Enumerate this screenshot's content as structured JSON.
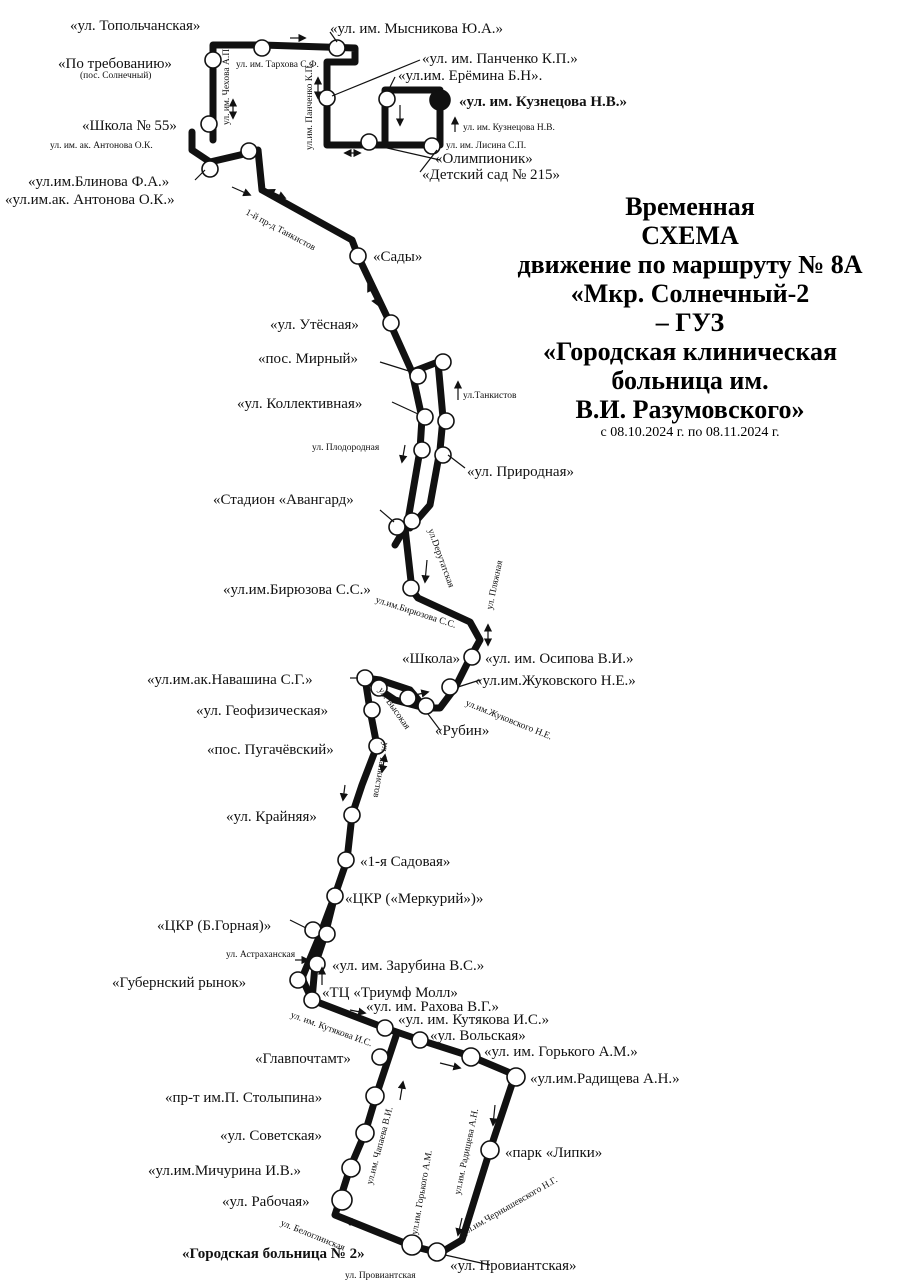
{
  "title": {
    "lines": [
      "Временная",
      "СХЕМА",
      "движение по маршруту № 8А",
      "«Мкр. Солнечный-2",
      "– ГУЗ",
      "«Городская клиническая",
      "больница им.",
      "В.И. Разумовского»"
    ],
    "dates": "с 08.10.2024 г. по 08.11.2024 г."
  },
  "stops": [
    {
      "label": "«ул. Топольчанская»",
      "bold": false
    },
    {
      "label": "«ул. им. Мысникова Ю.А.»",
      "bold": false
    },
    {
      "label": "«По требованию»",
      "bold": false
    },
    {
      "label": "(пос. Солнечный)",
      "bold": false
    },
    {
      "label": "«ул. им. Панченко К.П.»",
      "bold": false
    },
    {
      "label": "«ул.им. Ерёмина Б.Н».",
      "bold": false
    },
    {
      "label": "«ул. им. Кузнецова Н.В.»",
      "bold": true
    },
    {
      "label": "«Школа № 55»",
      "bold": false
    },
    {
      "label": "«Олимпионик»",
      "bold": false
    },
    {
      "label": "«Детский сад № 215»",
      "bold": false
    },
    {
      "label": "«ул.им.Блинова Ф.А.»",
      "bold": false
    },
    {
      "label": "«ул.им.ак. Антонова О.К.»",
      "bold": false
    },
    {
      "label": "«Сады»",
      "bold": false
    },
    {
      "label": "«ул. Утёсная»",
      "bold": false
    },
    {
      "label": "«пос. Мирный»",
      "bold": false
    },
    {
      "label": "«ул. Коллективная»",
      "bold": false
    },
    {
      "label": "«ул. Природная»",
      "bold": false
    },
    {
      "label": "«Стадион «Авангард»",
      "bold": false
    },
    {
      "label": "«ул.им.Бирюзова С.С.»",
      "bold": false
    },
    {
      "label": "«Школа»",
      "bold": false
    },
    {
      "label": "«ул. им. Осипова В.И.»",
      "bold": false
    },
    {
      "label": "«ул.им.ак.Навашина С.Г.»",
      "bold": false
    },
    {
      "label": "«ул.им.Жуковского Н.Е.»",
      "bold": false
    },
    {
      "label": "«ул. Геофизическая»",
      "bold": false
    },
    {
      "label": "«Рубин»",
      "bold": false
    },
    {
      "label": "«пос. Пугачёвский»",
      "bold": false
    },
    {
      "label": "«ул. Крайняя»",
      "bold": false
    },
    {
      "label": "«1-я Садовая»",
      "bold": false
    },
    {
      "label": "«ЦКР («Меркурий»)»",
      "bold": false
    },
    {
      "label": "«ЦКР (Б.Горная)»",
      "bold": false
    },
    {
      "label": "«ул. им. Зарубина В.С.»",
      "bold": false
    },
    {
      "label": "«Губернский рынок»",
      "bold": false
    },
    {
      "label": "«ТЦ «Триумф Молл»",
      "bold": false
    },
    {
      "label": "«ул. им. Рахова В.Г.»",
      "bold": false
    },
    {
      "label": "«ул. им. Кутякова И.С.»",
      "bold": false
    },
    {
      "label": "«ул. Вольская»",
      "bold": false
    },
    {
      "label": "«Главпочтамт»",
      "bold": false
    },
    {
      "label": "«ул. им. Горького А.М.»",
      "bold": false
    },
    {
      "label": "«ул.им.Радищева А.Н.»",
      "bold": false
    },
    {
      "label": "«пр-т им.П. Столыпина»",
      "bold": false
    },
    {
      "label": "«ул. Советская»",
      "bold": false
    },
    {
      "label": "«парк «Липки»",
      "bold": false
    },
    {
      "label": "«ул.им.Мичурина И.В.»",
      "bold": false
    },
    {
      "label": "«ул. Рабочая»",
      "bold": false
    },
    {
      "label": "«Городская больница № 2»",
      "bold": true
    },
    {
      "label": "«ул. Провиантская»",
      "bold": false
    }
  ],
  "streets": [
    "ул. им. Тархова С.Ф.",
    "ул. им. Чехова А.П.",
    "ул.им. Панченко К.П.",
    "ул. им. Кузнецова Н.В.",
    "ул. им. Лисина С.П.",
    "ул. им. ак. Антонова О.К.",
    "1-й пр-д Танкистов",
    "ул.Танкистов",
    "ул. Плодородная",
    "ул.Depутатская",
    "ул. Пляжная",
    "ул.им.Бирюзова С.С.",
    "ул. Высокая",
    "ул.им.Жуковского Н.Е.",
    "ул. Танкистов",
    "ул. Астраханская",
    "ул. им. Кутякова И.С.",
    "ул.им. Чапаева В.И.",
    "ул.им. Горького А.М.",
    "ул.им. Радищева А.Н.",
    "ул.им.Чернышевского Н.Г.",
    "ул. Белоглинская",
    "ул. Провиантская"
  ]
}
